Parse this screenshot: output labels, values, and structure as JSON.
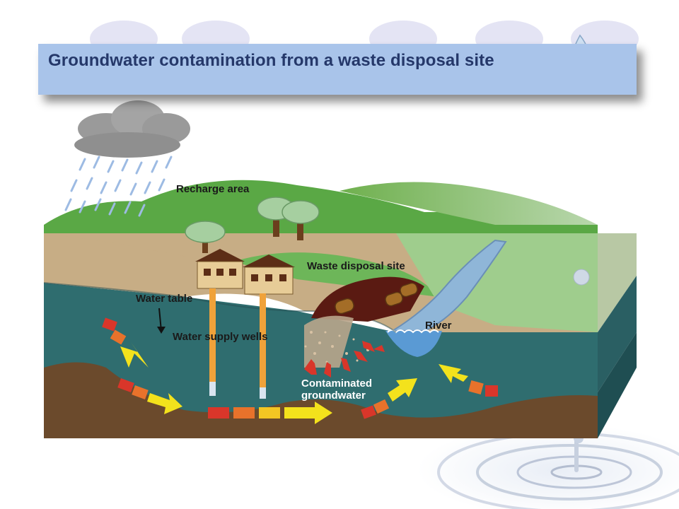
{
  "title": "Groundwater contamination from a waste disposal site",
  "labels": {
    "recharge_area": "Recharge area",
    "waste_disposal_site": "Waste disposal site",
    "water_table": "Water table",
    "water_supply_wells": "Water supply wells",
    "river": "River",
    "contaminated_groundwater": "Contaminated\ngroundwater"
  },
  "colors": {
    "banner": "#a9c4ea",
    "title_text": "#25386a",
    "grass": "#5aa845",
    "soil": "#c7ad85",
    "aquifer": "#2f6d6f",
    "bedrock": "#6b4a2c",
    "river": "#8fb6d8",
    "arrow_yellow": "#f3e21c",
    "arrow_red": "#d9362a"
  }
}
